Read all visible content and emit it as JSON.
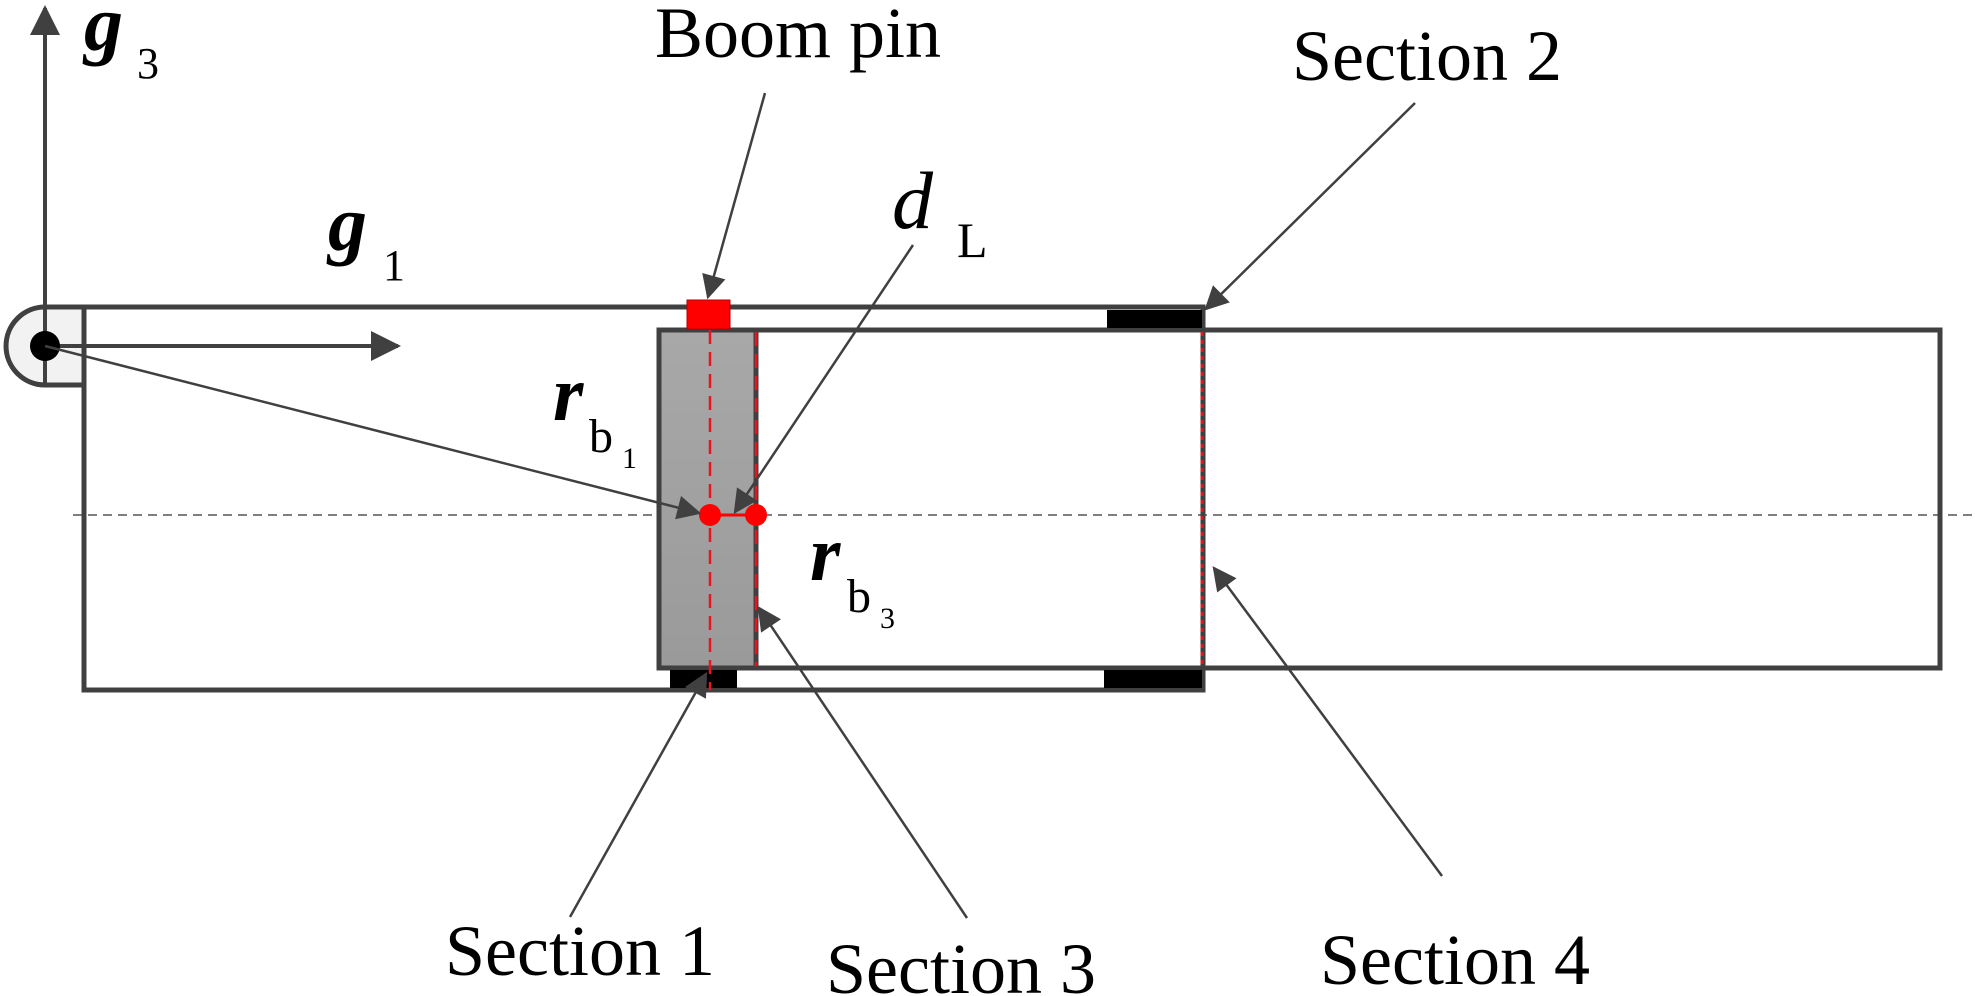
{
  "colors": {
    "line": "#404040",
    "pin": "#ff0000",
    "section_plane": "#e8141e",
    "sliding_block": "#000000",
    "inner_overlap_fill": "#a3a3a3",
    "hinge_fill": "#f2f2f2"
  },
  "axes": {
    "g3": {
      "symbol": "g",
      "sub": "3"
    },
    "g1": {
      "symbol": "g",
      "sub": "1"
    }
  },
  "labels": {
    "boom_pin": "Boom pin",
    "section_1": "Section 1",
    "section_2": "Section 2",
    "section_3": "Section 3",
    "section_4": "Section 4",
    "d_L": {
      "symbol": "d",
      "sub": "L"
    },
    "r_b1": {
      "symbol": "r",
      "sub": "b",
      "subsub": "1"
    },
    "r_b3": {
      "symbol": "r",
      "sub": "b",
      "subsub": "3"
    }
  }
}
